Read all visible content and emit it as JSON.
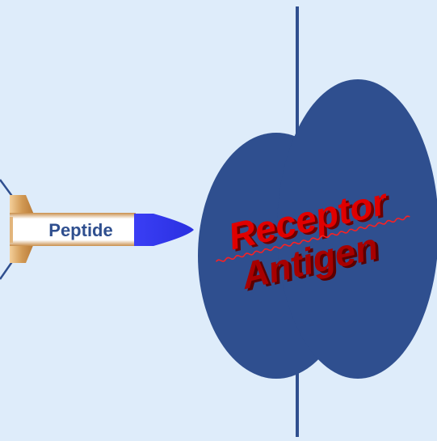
{
  "peptide": {
    "label": "Peptide"
  },
  "receptor": {
    "label_line1": "Receptor",
    "label_line2": "Antigen"
  },
  "colors": {
    "background": "#deecfa",
    "receptor_fill": "#2f4f8f",
    "membrane_line": "#2f4f8f",
    "peptide_body": "#f7f7f7",
    "peptide_fins": "#d29a55",
    "warhead": "#3a3ef5",
    "peptide_text": "#2f4f8f",
    "receptor_text": "#d40000",
    "receptor_text_shadow": "#6b0000"
  },
  "icons": {
    "peptide": "rocket-icon",
    "receptor": "cell-receptor-icon"
  }
}
